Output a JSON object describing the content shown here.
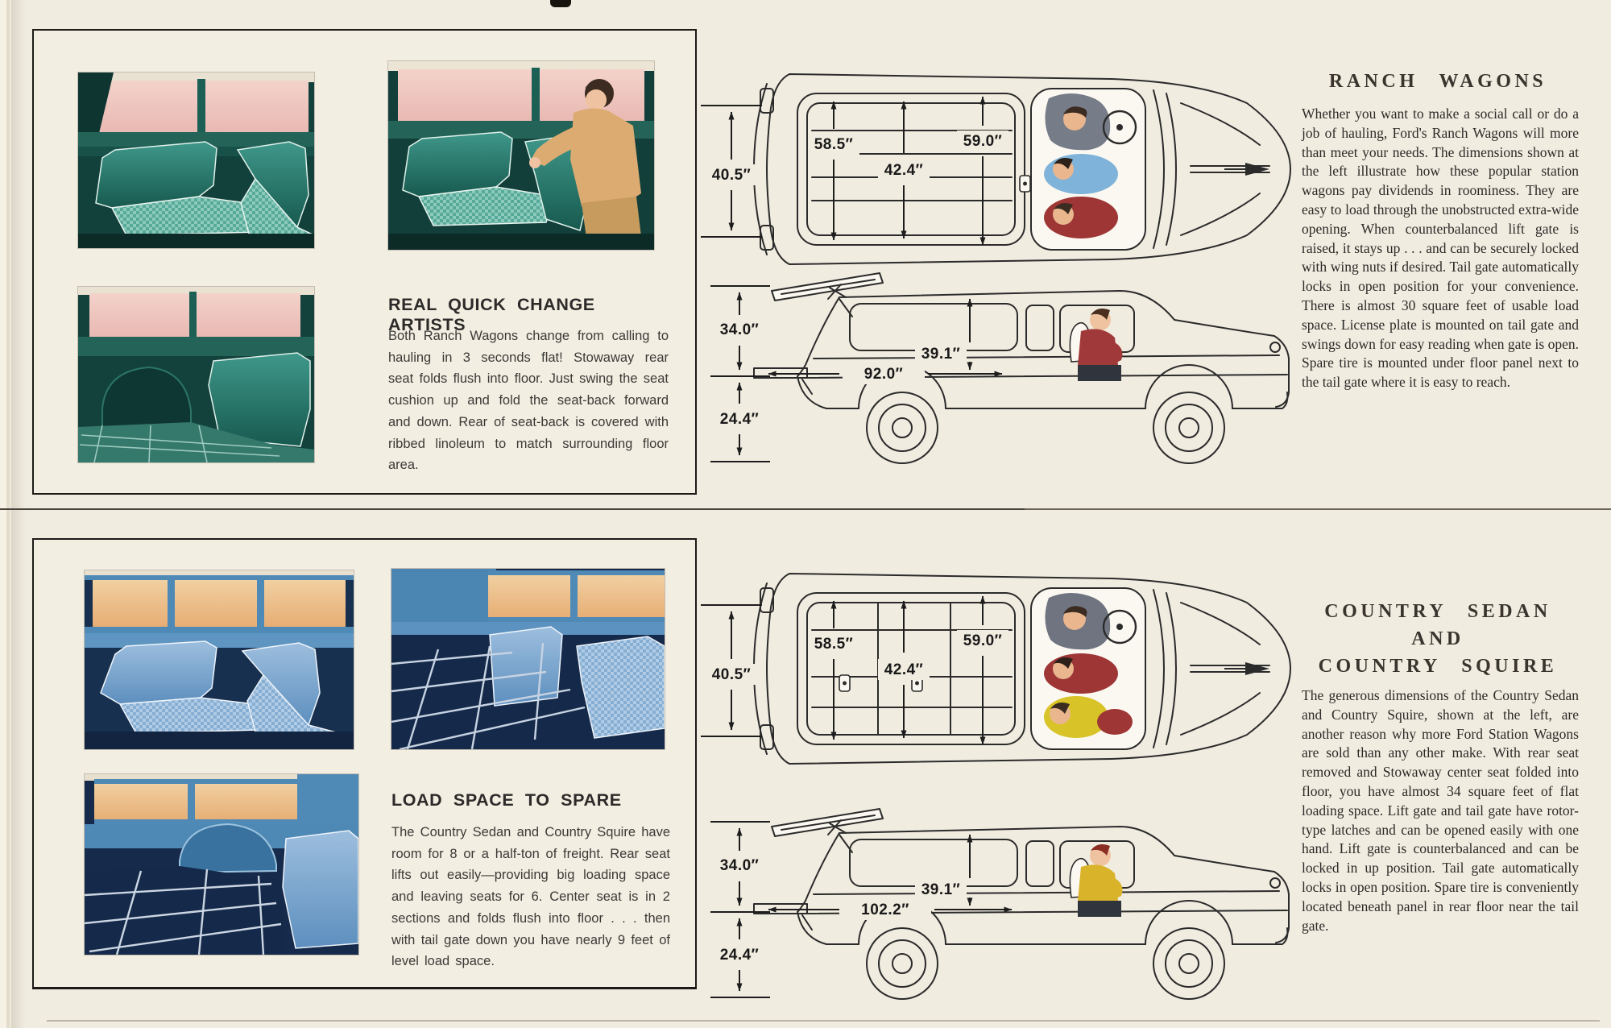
{
  "page": {
    "background": "#f1ece0"
  },
  "ranch": {
    "panel": {
      "heading": "REAL QUICK CHANGE ARTISTS",
      "body": "Both Ranch Wagons change from calling to hauling in 3 seconds flat! Stowaway rear seat folds flush into floor. Just swing the seat cushion up and fold the seat-back forward and down. Rear of seat-back is covered with ribbed linoleum to match surrounding floor area."
    },
    "dims": {
      "overall": "40.5″",
      "front_width": "58.5″",
      "seat_width": "42.4″",
      "gate_opening_width": "59.0″",
      "gate_height": "34.0″",
      "load_length": "92.0″",
      "gate_width": "39.1″",
      "floor_height": "24.4″"
    },
    "article": {
      "heading": "RANCH WAGONS",
      "body": "Whether you want to make a social call or do a job of hauling, Ford's Ranch Wagons will more than meet your needs. The dimensions shown at the left illustrate how these popular station wagons pay dividends in roominess. They are easy to load through the unobstructed extra-wide opening. When counterbalanced lift gate is raised, it stays up . . . and can be securely locked with wing nuts if desired. Tail gate automatically locks in open position for your convenience. There is almost 30 square feet of usable load space. License plate is mounted on tail gate and swings down for easy reading when gate is open. Spare tire is mounted under floor panel next to the tail gate where it is easy to reach."
    }
  },
  "country": {
    "panel": {
      "heading": "LOAD SPACE TO SPARE",
      "body": "The Country Sedan and Country Squire have room for 8 or a half-ton of freight. Rear seat lifts out easily—providing big loading space and leaving seats for 6. Center seat is in 2 sections and folds flush into floor . . . then with tail gate down you have nearly 9 feet of level load space."
    },
    "dims": {
      "overall": "40.5″",
      "front_width": "58.5″",
      "seat_width": "42.4″",
      "gate_opening_width": "59.0″",
      "gate_height": "34.0″",
      "load_length": "102.2″",
      "gate_width": "39.1″",
      "floor_height": "24.4″"
    },
    "article": {
      "heading_line1": "COUNTRY SEDAN",
      "heading_line2": "AND",
      "heading_line3": "COUNTRY SQUIRE",
      "body": "The generous dimensions of the Country Sedan and Country Squire, shown at the left, are another reason why more Ford Station Wagons are sold than any other make. With rear seat removed and Stowaway center seat folded into floor, you have almost 34 square feet of flat loading space. Lift gate and tail gate have rotor-type latches and can be opened easily with one hand. Lift gate is counterbalanced and can be locked in up position. Tail gate automatically locks in open position. Spare tire is conveniently located beneath panel in rear floor near the tail gate."
    }
  }
}
